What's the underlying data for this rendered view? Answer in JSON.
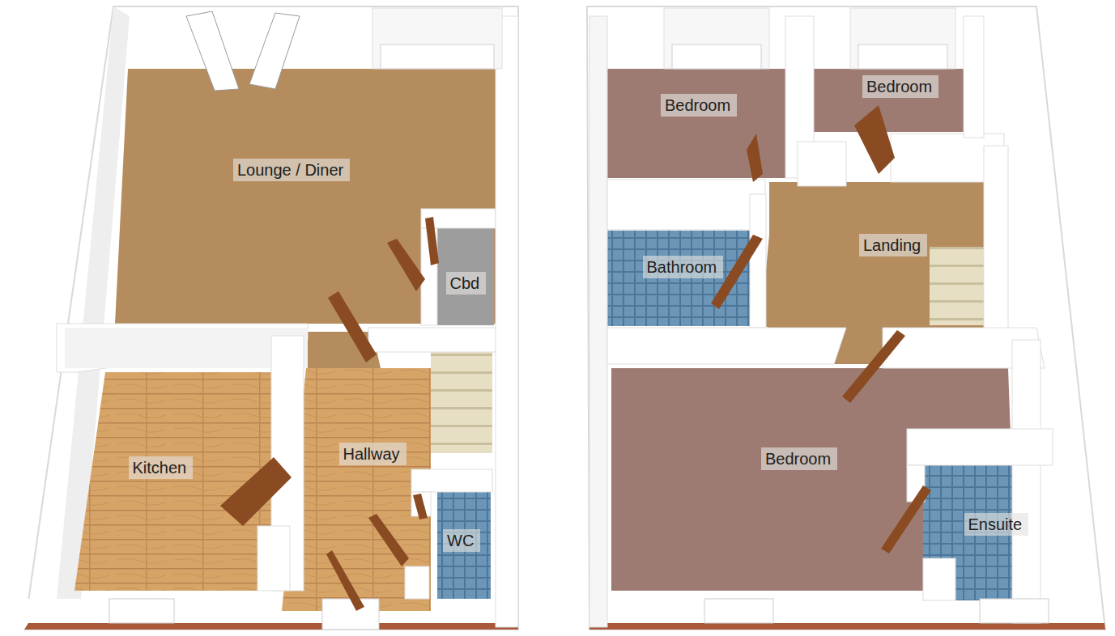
{
  "diagram": {
    "nodes": [
      {
        "text": [
          "Lounge / Diner"
        ]
      },
      {
        "text": [
          "Cbd"
        ]
      },
      {
        "text": [
          "Kitchen"
        ]
      },
      {
        "text": [
          "Hallway"
        ]
      },
      {
        "text": [
          "WC"
        ]
      },
      {
        "text": [
          "Bedroom"
        ]
      },
      {
        "text": [
          "Bedroom"
        ]
      },
      {
        "text": [
          "Bathroom"
        ]
      },
      {
        "text": [
          "Landing"
        ]
      },
      {
        "text": [
          "Bedroom"
        ]
      },
      {
        "text": [
          "Ensuite"
        ]
      }
    ]
  }
}
